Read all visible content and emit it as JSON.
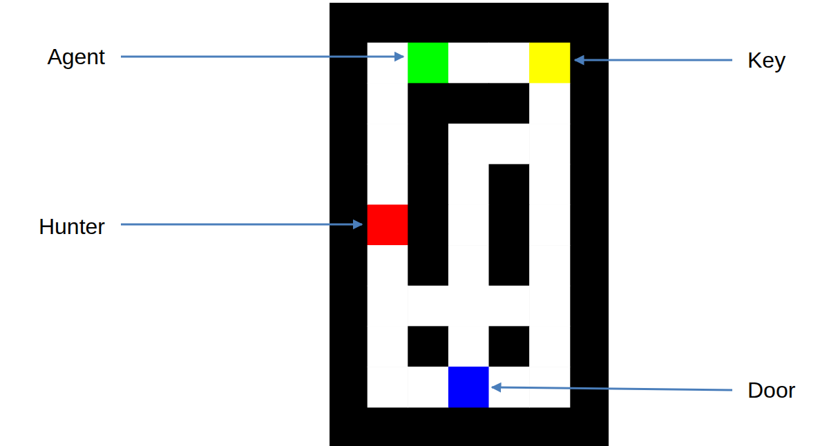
{
  "diagram": {
    "labels": [
      "Agent",
      "Key",
      "Hunter",
      "Door"
    ]
  }
}
